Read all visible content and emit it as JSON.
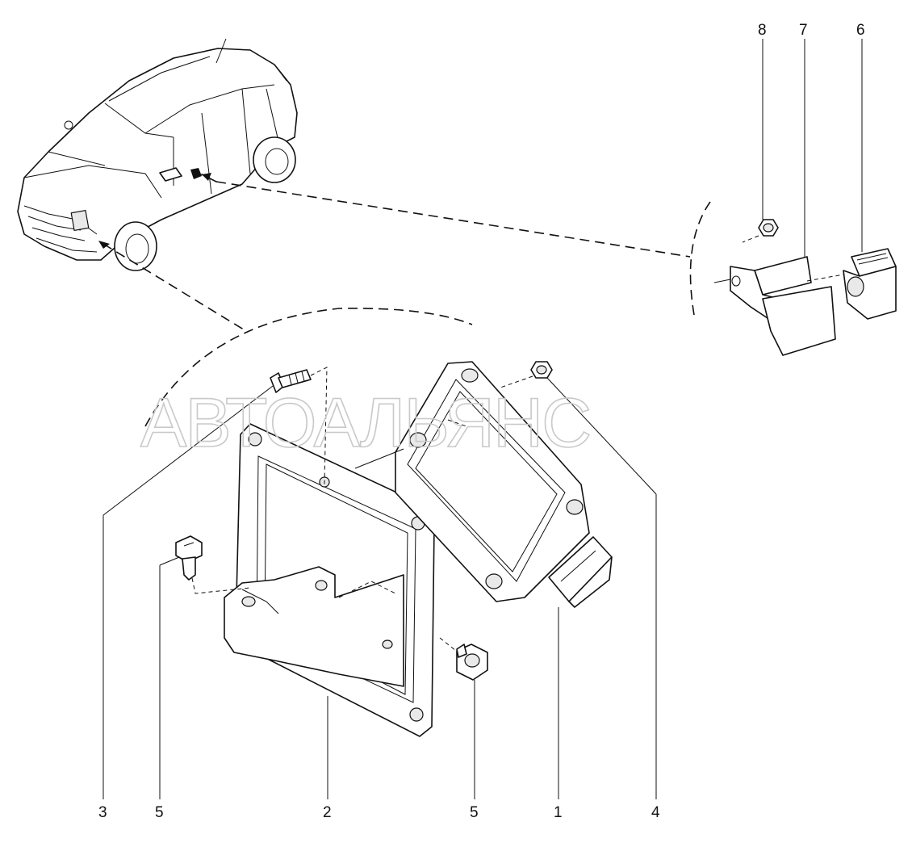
{
  "watermark": "АВТОАЛЬЯНС",
  "callouts": {
    "c1": "1",
    "c2": "2",
    "c3": "3",
    "c4": "4",
    "c5a": "5",
    "c5b": "5",
    "c6": "6",
    "c7": "7",
    "c8": "8"
  }
}
